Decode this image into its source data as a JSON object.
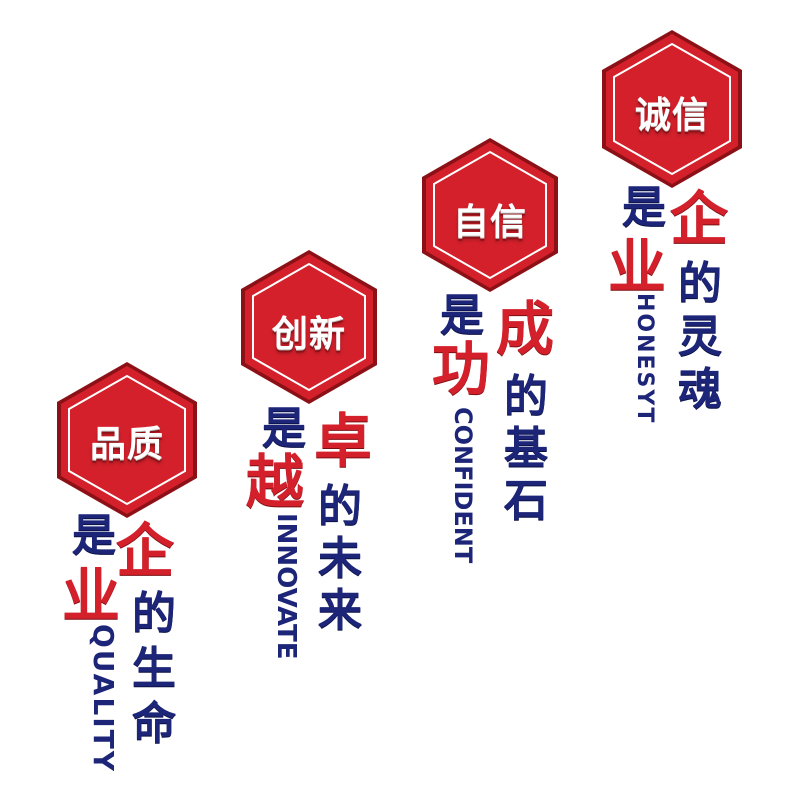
{
  "colors": {
    "hex_red": "#d3202b",
    "hex_dark": "#8c1117",
    "navy": "#1c2578",
    "calligraphy_red": "#d3202b"
  },
  "panels": [
    {
      "title": "品质",
      "shi": "是",
      "calligraphy": [
        "企",
        "业"
      ],
      "column": [
        "的",
        "生",
        "命"
      ],
      "english": "QUALITY"
    },
    {
      "title": "创新",
      "shi": "是",
      "calligraphy": [
        "卓",
        "越"
      ],
      "column": [
        "的",
        "未",
        "来"
      ],
      "english": "INNOVATE"
    },
    {
      "title": "自信",
      "shi": "是",
      "calligraphy": [
        "成",
        "功"
      ],
      "column": [
        "的",
        "基",
        "石"
      ],
      "english": "CONFIDENT"
    },
    {
      "title": "诚信",
      "shi": "是",
      "calligraphy": [
        "企",
        "业"
      ],
      "column": [
        "的",
        "灵",
        "魂"
      ],
      "english": "HONESYT"
    }
  ]
}
